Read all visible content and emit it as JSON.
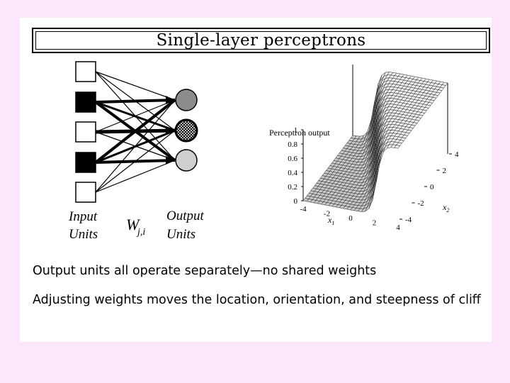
{
  "slide": {
    "title": "Single-layer perceptrons",
    "network": {
      "input_units_count": 5,
      "input_unit_fill": [
        "white",
        "black",
        "white",
        "black",
        "white"
      ],
      "output_unit_fill": [
        "gray",
        "hatched",
        "lightgray"
      ],
      "input_label_line1": "Input",
      "input_label_line2": "Units",
      "output_label_line1": "Output",
      "output_label_line2": "Units",
      "weight_symbol": "W",
      "weight_subscript": "j,i"
    },
    "plot": {
      "zlabel": "Perceptron output",
      "z_ticks": [
        "1",
        "0.8",
        "0.6",
        "0.4",
        "0.2",
        "0"
      ],
      "x1_ticks": [
        "-4",
        "-2",
        "0",
        "2",
        "4"
      ],
      "x1_label": "x",
      "x1_sub": "1",
      "x2_ticks": [
        "-4",
        "-2",
        "0",
        "2",
        "4"
      ],
      "x2_label": "x",
      "x2_sub": "2"
    },
    "bullets": [
      "Output units all operate separately—no shared weights",
      "Adjusting weights moves the location, orientation, and steepness of cliff"
    ]
  }
}
